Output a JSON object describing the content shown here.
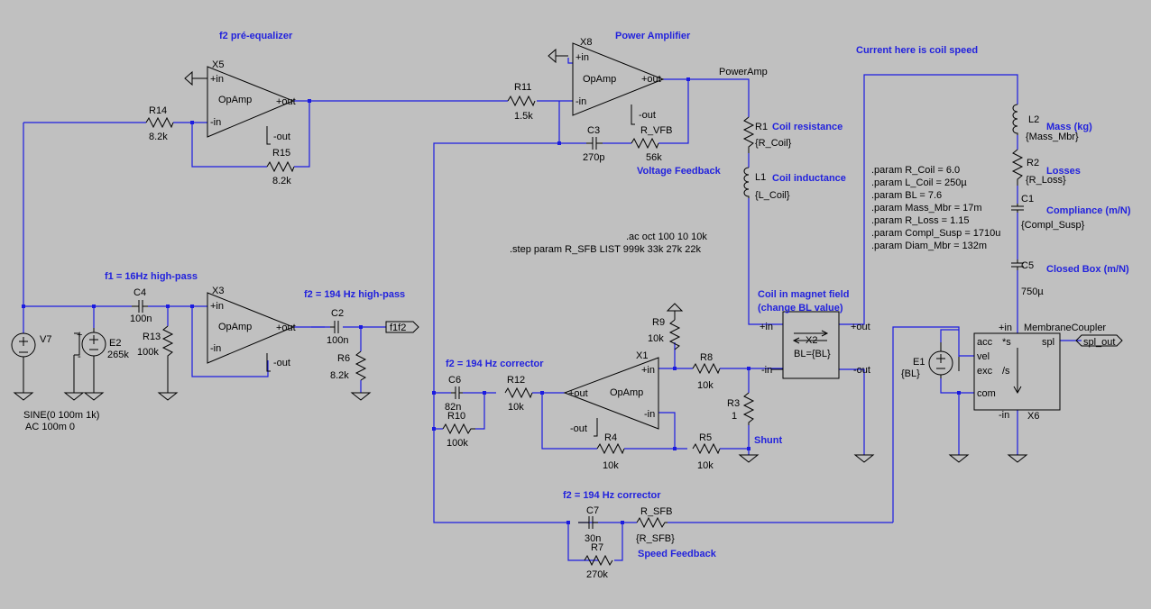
{
  "colors": {
    "background": "#c0c0c0",
    "wire": "#1c1ce0",
    "component": "#000000",
    "comment": "#2222dd"
  },
  "comments": {
    "f2_preeq": "f2 pré-equalizer",
    "power_amp": "Power Amplifier",
    "current_speed": "Current here is coil speed",
    "f1_highpass": "f1 = 16Hz high-pass",
    "f2_highpass": "f2 = 194 Hz high-pass",
    "f2_corrector1": "f2 = 194 Hz corrector",
    "f2_corrector2": "f2 = 194 Hz corrector",
    "coil_resistance": "Coil resistance",
    "coil_inductance": "Coil inductance",
    "voltage_feedback": "Voltage Feedback",
    "speed_feedback": "Speed Feedback",
    "coil_magnet1": "Coil in magnet field",
    "coil_magnet2": "(change BL value)",
    "shunt": "Shunt",
    "mass": "Mass (kg)",
    "losses": "Losses",
    "compliance": "Compliance (m/N)",
    "closed_box": "Closed Box (m/N)"
  },
  "directives": {
    "ac": ".ac oct 100 10 10k",
    "step": ".step param R_SFB LIST 999k 33k 27k 22k"
  },
  "params": [
    ".param R_Coil = 6.0",
    ".param L_Coil = 250µ",
    ".param BL = 7.6",
    ".param Mass_Mbr = 17m",
    ".param R_Loss = 1.15",
    ".param Compl_Susp = 1710u",
    ".param Diam_Mbr = 132m"
  ],
  "components": {
    "X5": {
      "name": "X5",
      "type": "OpAmp"
    },
    "X8": {
      "name": "X8",
      "type": "OpAmp"
    },
    "X3": {
      "name": "X3",
      "type": "OpAmp"
    },
    "X1": {
      "name": "X1",
      "type": "OpAmp"
    },
    "R14": {
      "name": "R14",
      "value": "8.2k"
    },
    "R15": {
      "name": "R15",
      "value": "8.2k"
    },
    "R11": {
      "name": "R11",
      "value": "1.5k"
    },
    "C3": {
      "name": "C3",
      "value": "270p"
    },
    "R_VFB": {
      "name": "R_VFB",
      "value": "56k"
    },
    "R1": {
      "name": "R1",
      "value": "{R_Coil}"
    },
    "L1": {
      "name": "L1",
      "value": "{L_Coil}"
    },
    "L2": {
      "name": "L2",
      "value": "{Mass_Mbr}"
    },
    "R2": {
      "name": "R2",
      "value": "{R_Loss}"
    },
    "C1": {
      "name": "C1",
      "value": "{Compl_Susp}"
    },
    "C5": {
      "name": "C5",
      "value": "750µ"
    },
    "V7": {
      "name": "V7",
      "src1": "SINE(0 100m 1k)",
      "src2": "AC 100m 0"
    },
    "E2": {
      "name": "E2",
      "value": "265k"
    },
    "C4": {
      "name": "C4",
      "value": "100n"
    },
    "R13": {
      "name": "R13",
      "value": "100k"
    },
    "C2": {
      "name": "C2",
      "value": "100n"
    },
    "R6": {
      "name": "R6",
      "value": "8.2k"
    },
    "C6": {
      "name": "C6",
      "value": "82n"
    },
    "R10": {
      "name": "R10",
      "value": "100k"
    },
    "R12": {
      "name": "R12",
      "value": "10k"
    },
    "R9": {
      "name": "R9",
      "value": "10k"
    },
    "R8": {
      "name": "R8",
      "value": "10k"
    },
    "R4": {
      "name": "R4",
      "value": "10k"
    },
    "R5": {
      "name": "R5",
      "value": "10k"
    },
    "R3": {
      "name": "R3",
      "value": "1"
    },
    "X2": {
      "name": "X2",
      "value": "BL={BL}"
    },
    "E1": {
      "name": "E1",
      "value": "{BL}"
    },
    "X6": {
      "name": "X6",
      "type": "MembraneCoupler"
    },
    "C7": {
      "name": "C7",
      "value": "30n"
    },
    "R7": {
      "name": "R7",
      "value": "270k"
    },
    "R_SFB": {
      "name": "R_SFB",
      "value": "{R_SFB}"
    }
  },
  "pins": {
    "in_plus": "+in",
    "in_minus": "-in",
    "out_plus": "+out",
    "out_minus": "-out",
    "acc": "acc",
    "vel": "vel",
    "exc": "exc",
    "com": "com",
    "s_star": "*s",
    "s_div": "/s",
    "spl": "spl"
  },
  "nets": {
    "power_amp": "PowerAmp",
    "f1f2": "f1f2",
    "spl_out": "spl_out"
  }
}
